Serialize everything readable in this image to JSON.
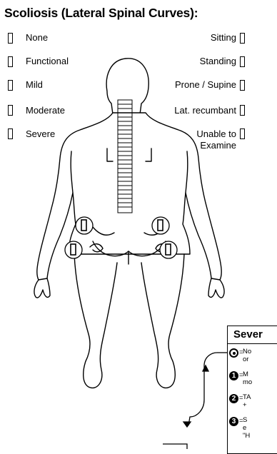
{
  "title": "Scoliosis  (Lateral Spinal Curves):",
  "severity_options": [
    {
      "label": "None"
    },
    {
      "label": "Functional"
    },
    {
      "label": "Mild"
    },
    {
      "label": "Moderate"
    },
    {
      "label": "Severe"
    }
  ],
  "position_options": [
    {
      "label": "Sitting"
    },
    {
      "label": "Standing"
    },
    {
      "label": "Prone / Supine"
    },
    {
      "label": "Lat. recumbant"
    },
    {
      "label": "Unable to\nExamine"
    }
  ],
  "severity_key": {
    "title": "Sever",
    "rows": [
      {
        "mark": "ring",
        "line1": "No",
        "line2": "or"
      },
      {
        "mark": "1",
        "line1": "M",
        "line2": "mo"
      },
      {
        "mark": "2",
        "line1": "TA",
        "line2": "+"
      },
      {
        "mark": "3",
        "line1": "S",
        "line2": "e",
        "line3": "\"H"
      }
    ]
  }
}
